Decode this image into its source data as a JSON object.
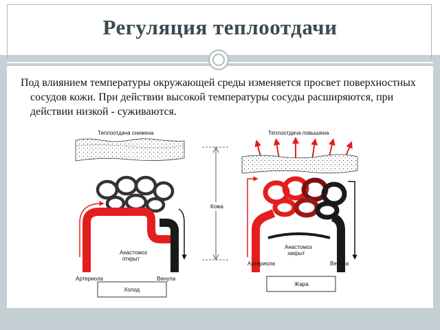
{
  "slide": {
    "title": "Регуляция теплоотдачи",
    "body": "Под влиянием температуры окружающей среды изменяется просвет поверхностных сосудов кожи. При действии высокой температуры сосуды расширяются, при действии низкой - суживаются."
  },
  "figure": {
    "left_panel": {
      "caption": "Теплоотдача снижена",
      "anastomosis_line1": "Анастомоз",
      "anastomosis_line2": "открыт",
      "arteriole": "Артериола",
      "venule": "Венула",
      "condition": "Холод"
    },
    "center_label": "Кожа",
    "right_panel": {
      "caption": "Теплоотдача повышена",
      "anastomosis_line1": "Анастомоз",
      "anastomosis_line2": "закрыт",
      "arteriole": "Артериола",
      "venule": "Венула",
      "condition": "Жара"
    },
    "colors": {
      "artery": "#e31e1e",
      "vein": "#1a1a1a",
      "heat_arrow": "#e31e1e"
    }
  }
}
